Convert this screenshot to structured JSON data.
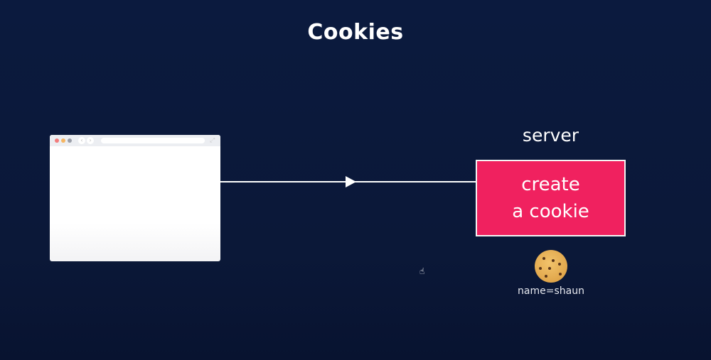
{
  "slide": {
    "title": "Cookies",
    "server_label": "server",
    "action_box": {
      "line1": "create",
      "line2": "a cookie",
      "color": "#f0215f"
    },
    "cookie": {
      "icon": "cookie-icon",
      "label": "name=shaun"
    },
    "browser": {
      "icon": "browser-window",
      "traffic_lights": [
        "#f27c7c",
        "#f5b562",
        "#9a9ea8"
      ]
    },
    "background_color": "#0b1a3e"
  }
}
